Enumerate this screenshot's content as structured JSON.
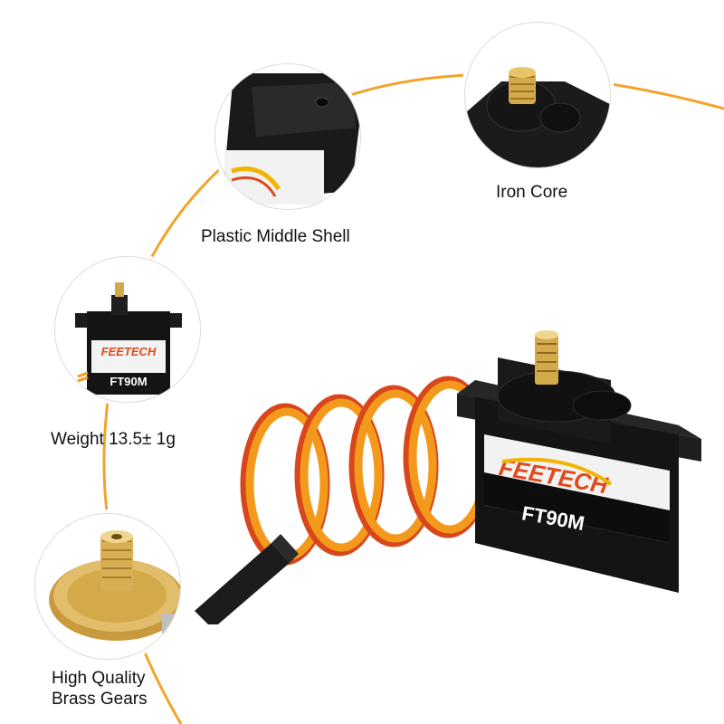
{
  "features": {
    "shell": "Plastic Middle Shell",
    "core": "Iron Core",
    "weight": "Weight 13.5± 1g",
    "gears_line1": "High Quality",
    "gears_line2": "Brass Gears"
  },
  "brand": {
    "logo": "FEETECH",
    "model": "FT90M"
  },
  "colors": {
    "accent_arc": "#f2a42a",
    "servo_body": "#141414",
    "wire_orange": "#f39a1c",
    "wire_red": "#d8471c",
    "brass": "#d4a94a"
  }
}
